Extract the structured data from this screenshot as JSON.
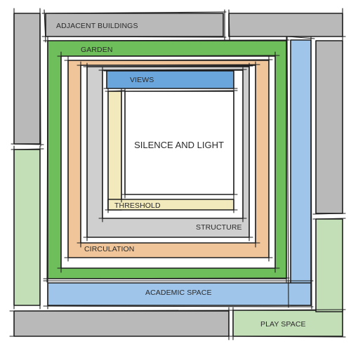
{
  "diagram": {
    "colors": {
      "gray": "#b9b9b9",
      "light_gray": "#cfcfcf",
      "green": "#6fbe5c",
      "blue": "#9fc5ea",
      "views_blue": "#6aa5dc",
      "light_green": "#c3dfb8",
      "tan": "#f0c59a",
      "yellow": "#f2eabc",
      "white": "#ffffff",
      "outline": "#1e1e1e"
    },
    "labels": {
      "adjacent_buildings": "ADJACENT BUILDINGS",
      "garden": "GARDEN",
      "views": "VIEWS",
      "silence_and_light": "SILENCE AND LIGHT",
      "threshold": "THRESHOLD",
      "structure": "STRUCTURE",
      "circulation": "CIRCULATION",
      "academic_space": "ACADEMIC SPACE",
      "play_space": "PLAY SPACE"
    }
  }
}
